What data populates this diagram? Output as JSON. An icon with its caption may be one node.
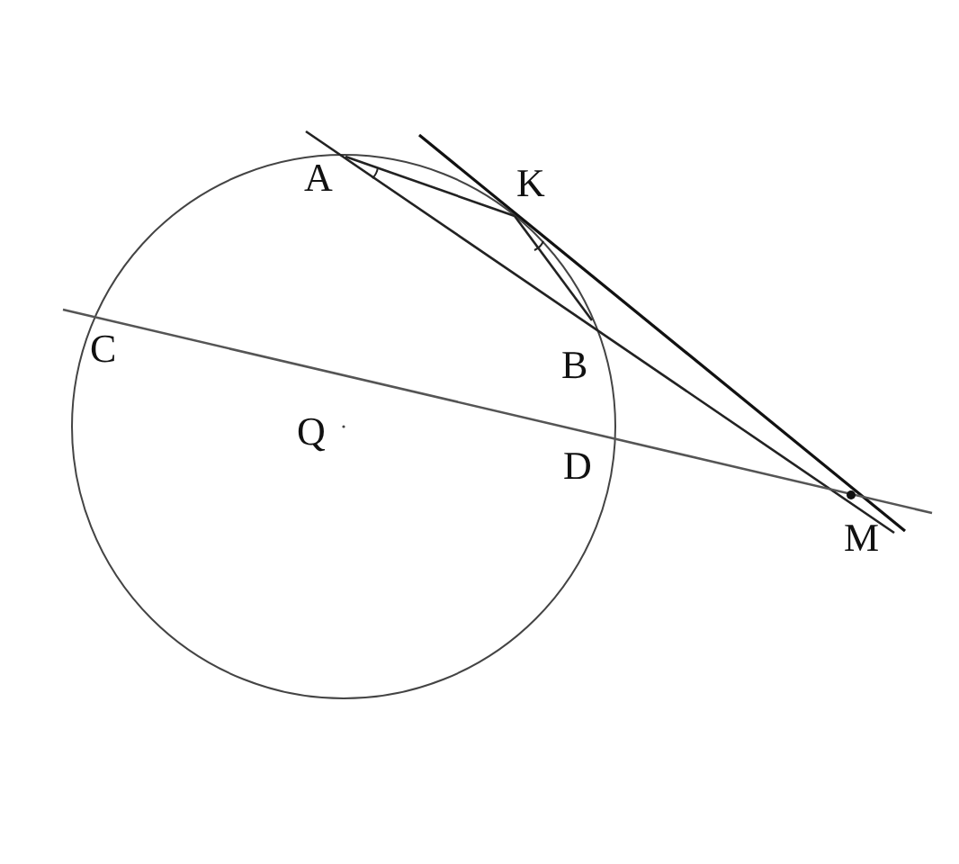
{
  "diagram": {
    "labels": [
      "A",
      "K",
      "C",
      "B",
      "Q",
      "D",
      "M"
    ]
  }
}
